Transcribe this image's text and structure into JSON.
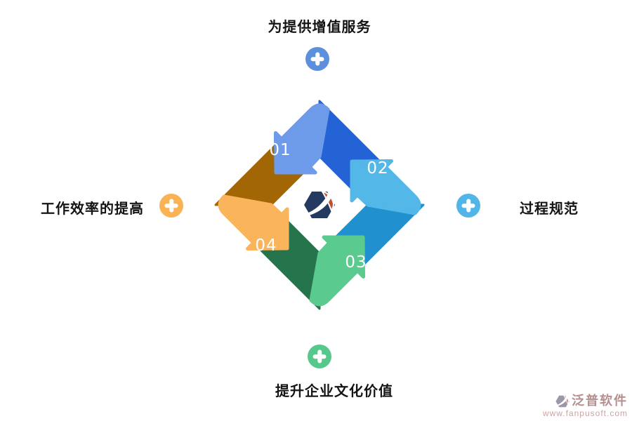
{
  "diagram": {
    "title_note": "four-step cycle diagram",
    "steps": [
      {
        "number": "01",
        "label": "为提供增值服务",
        "position": "top",
        "color_light": "#6D9AE9",
        "color_dark": "#2463D6",
        "plus_color": "#5C8FDC"
      },
      {
        "number": "02",
        "label": "过程规范",
        "position": "right",
        "color_light": "#53B7E8",
        "color_dark": "#2090CE",
        "plus_color": "#52B5E8"
      },
      {
        "number": "03",
        "label": "提升企业文化价值",
        "position": "bottom",
        "color_light": "#5BCA8E",
        "color_dark": "#26744B",
        "plus_color": "#56C88B"
      },
      {
        "number": "04",
        "label": "工作效率的提高",
        "position": "left",
        "color_light": "#F9B45C",
        "color_dark": "#A36604",
        "plus_color": "#F9B254"
      }
    ],
    "center_logo": {
      "name": "fanpu-hexagon-logo",
      "navy": "#243A60",
      "orange": "#C1502E"
    }
  },
  "watermark": {
    "brand": "泛普软件",
    "url": "www.fanpusoft.com",
    "brand_color": "#B5908F",
    "url_color": "#C9A4A2",
    "glyph_color": "#9C96A8"
  }
}
